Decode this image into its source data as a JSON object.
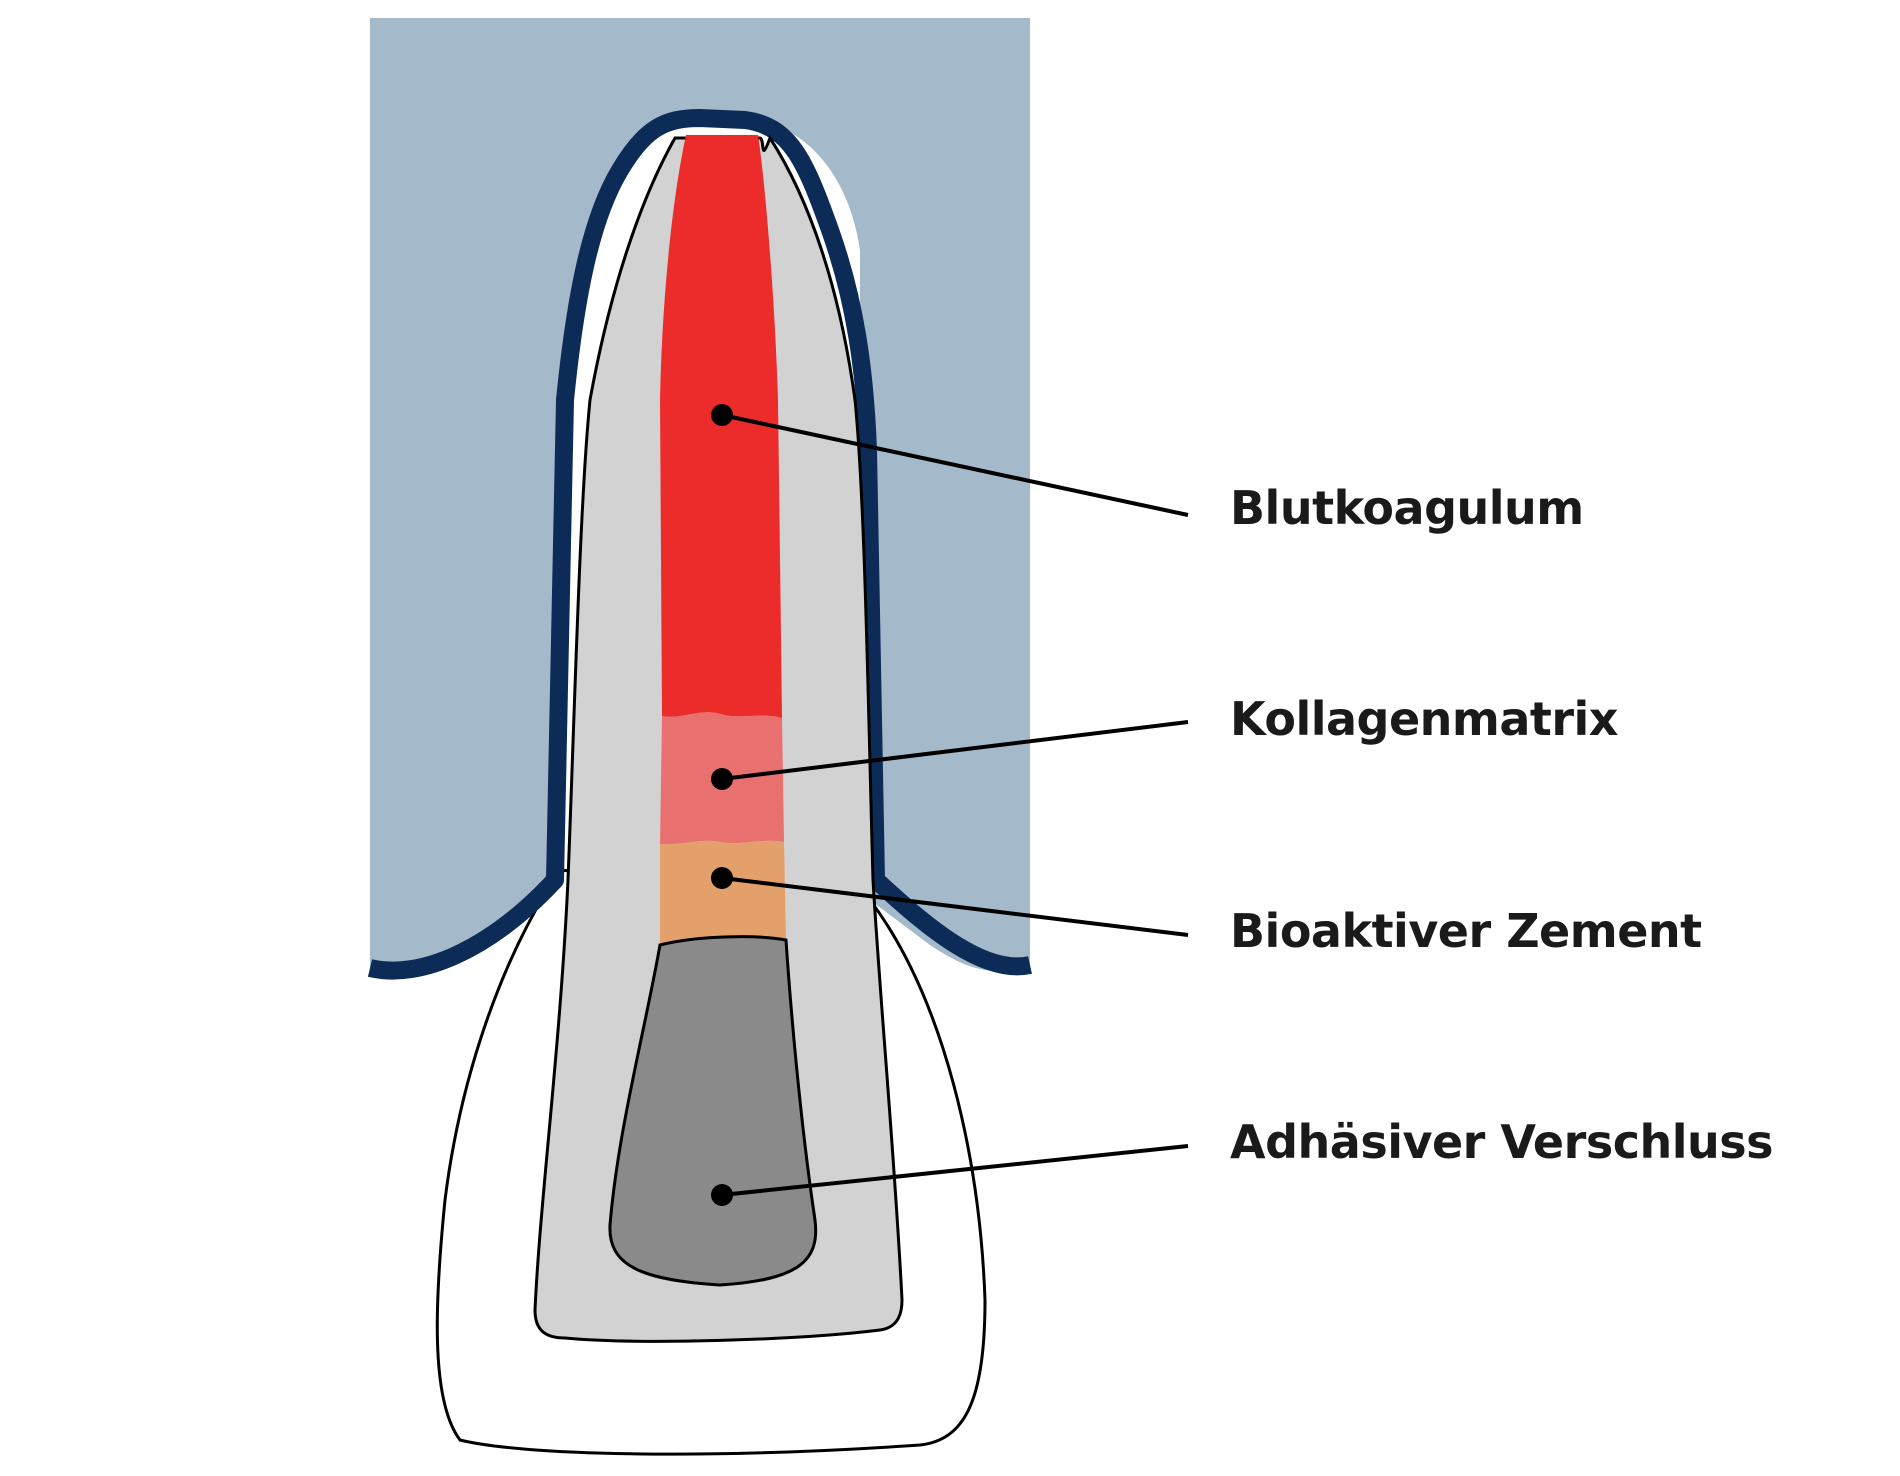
{
  "diagram": {
    "labels": [
      {
        "key": "blood",
        "text": "Blutkoagulum"
      },
      {
        "key": "collagen",
        "text": "Kollagenmatrix"
      },
      {
        "key": "cement",
        "text": "Bioaktiver Zement"
      },
      {
        "key": "seal",
        "text": "Adhäsiver Verschluss"
      }
    ],
    "colors": {
      "bone": "#a4bacb",
      "gum_outline": "#0d2b57",
      "dentin": "#d2d2d2",
      "crown": "#ffffff",
      "blood_clot": "#ec2b2b",
      "collagen_matrix": "#e8706f",
      "bioactive_cement": "#e4a06a",
      "adhesive_seal": "#8a8a8a",
      "leader_line": "#000000"
    }
  }
}
